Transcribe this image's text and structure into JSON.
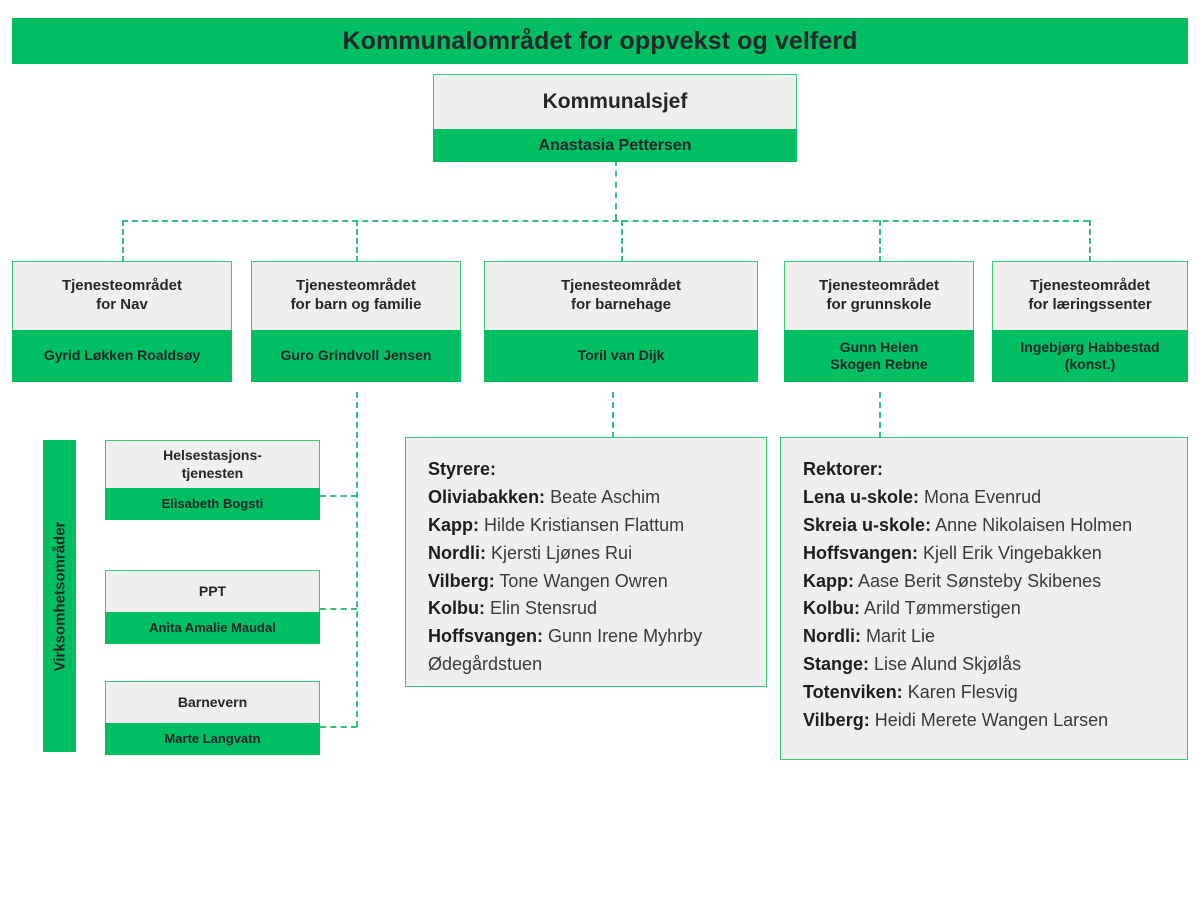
{
  "header": {
    "title": "Kommunalområdet for oppvekst og velferd",
    "bar_color": "#00bf63"
  },
  "top_node": {
    "role": "Kommunalsjef",
    "person": "Anastasia Pettersen"
  },
  "service_areas": [
    {
      "role": "Tjenesteområdet\nfor Nav",
      "role_line1": "Tjenesteområdet",
      "role_line2": "for Nav",
      "person": "Gyrid Løkken Roaldsøy"
    },
    {
      "role": "Tjenesteområdet\nfor barn og familie",
      "role_line1": "Tjenesteområdet",
      "role_line2": "for barn og familie",
      "person": "Guro Grindvoll Jensen"
    },
    {
      "role": "Tjenesteområdet\nfor barnehage",
      "role_line1": "Tjenesteområdet",
      "role_line2": "for barnehage",
      "person": "Toril van Dijk"
    },
    {
      "role": "Tjenesteområdet\nfor grunnskole",
      "role_line1": "Tjenesteområdet",
      "role_line2": "for grunnskole",
      "person": "Gunn Helen\nSkogen Rebne",
      "person_line1": "Gunn Helen",
      "person_line2": "Skogen Rebne"
    },
    {
      "role": "Tjenesteområdet\nfor læringssenter",
      "role_line1": "Tjenesteområdet",
      "role_line2": "for læringssenter",
      "person": "Ingebjørg Habbestad\n(konst.)",
      "person_line1": "Ingebjørg Habbestad",
      "person_line2": "(konst.)"
    }
  ],
  "vertical_label": "Virksomhetsområder",
  "business_units": [
    {
      "name_line1": "Helsestasjons-",
      "name_line2": "tjenesten",
      "person": "Elisabeth Bogsti"
    },
    {
      "name_line1": "PPT",
      "name_line2": "",
      "person": "Anita Amalie Maudal"
    },
    {
      "name_line1": "Barnevern",
      "name_line2": "",
      "person": "Marte Langvatn"
    }
  ],
  "styrere_panel": {
    "heading": "Styrere:",
    "entries": [
      {
        "place": "Oliviabakken:",
        "person": "Beate Aschim"
      },
      {
        "place": "Kapp:",
        "person": "Hilde Kristiansen Flattum"
      },
      {
        "place": "Nordli:",
        "person": "Kjersti Ljønes Rui"
      },
      {
        "place": "Vilberg:",
        "person": "Tone Wangen Owren"
      },
      {
        "place": "Kolbu:",
        "person": "Elin Stensrud"
      },
      {
        "place": "Hoffsvangen:",
        "person": "Gunn Irene Myhrby Ødegårdstuen"
      }
    ]
  },
  "rektorer_panel": {
    "heading": "Rektorer:",
    "entries": [
      {
        "place": "Lena u-skole:",
        "person": "Mona Evenrud"
      },
      {
        "place": "Skreia u-skole:",
        "person": "Anne Nikolaisen Holmen"
      },
      {
        "place": "Hoffsvangen:",
        "person": "Kjell Erik Vingebakken"
      },
      {
        "place": "Kapp:",
        "person": "Aase Berit Sønsteby Skibenes"
      },
      {
        "place": "Kolbu:",
        "person": "Arild Tømmerstigen"
      },
      {
        "place": "Nordli:",
        "person": "Marit Lie"
      },
      {
        "place": "Stange:",
        "person": "Lise Alund Skjølås"
      },
      {
        "place": "Totenviken:",
        "person": "Karen Flesvig"
      },
      {
        "place": "Vilberg:",
        "person": "Heidi Merete Wangen Larsen"
      }
    ]
  },
  "colors": {
    "green": "#00bf63",
    "green_border": "#3cc77f",
    "connector": "#2fc47e",
    "panel_bg": "#efefef",
    "text": "#23272a"
  }
}
